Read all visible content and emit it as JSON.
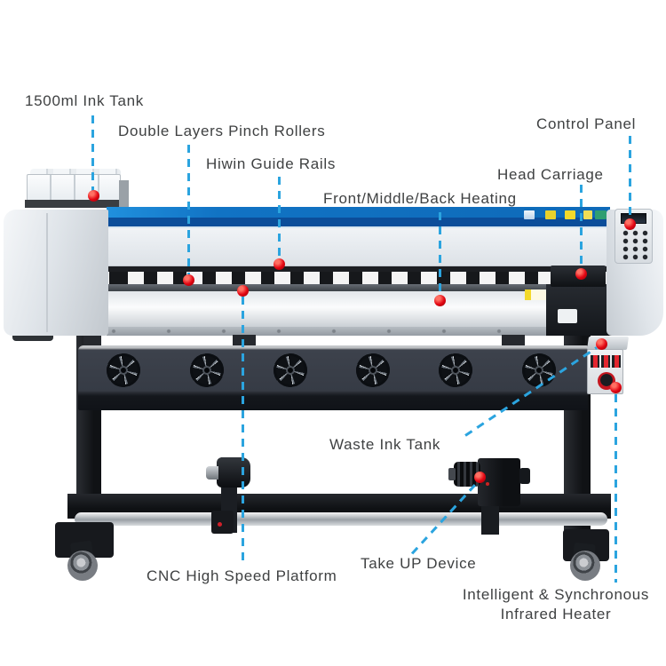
{
  "labels": {
    "ink_tank": "1500ml Ink Tank",
    "pinch_rollers": "Double Layers Pinch Rollers",
    "guide_rails": "Hiwin Guide Rails",
    "heating": "Front/Middle/Back Heating",
    "control_panel": "Control Panel",
    "head_carriage": "Head Carriage",
    "waste_ink_tank": "Waste Ink Tank",
    "cnc_platform": "CNC High Speed Platform",
    "take_up_device": "Take UP Device",
    "infrared_heater_line1": "Intelligent & Synchronous",
    "infrared_heater_line2": "Infrared Heater"
  },
  "colors": {
    "leader_line": "#2ba4df",
    "marker_dot": "#e30613",
    "label_text": "#3f4142",
    "printer_blue": "#1173c4",
    "printer_blue_dark": "#0b4d9a"
  }
}
